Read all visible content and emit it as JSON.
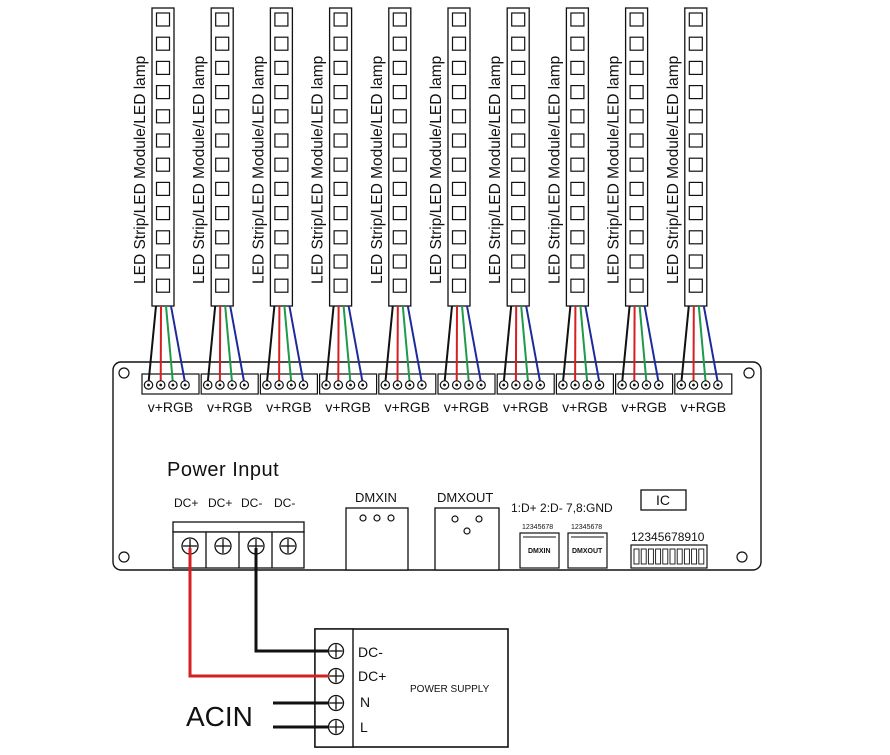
{
  "strips": {
    "label": "LED Strip/LED Module/LED lamp",
    "terminal_label": "v+RGB",
    "count": 10
  },
  "controller": {
    "power_input_title": "Power Input",
    "power_terminals": [
      "DC+",
      "DC+",
      "DC-",
      "DC-"
    ],
    "dmxin_label": "DMXIN",
    "dmxout_label": "DMXOUT",
    "pinout_note": "1:D+ 2:D- 7,8:GND",
    "small_dmxin": {
      "pins": "12345678",
      "label": "DMXIN"
    },
    "small_dmxout": {
      "pins": "12345678",
      "label": "DMXOUT"
    },
    "ic_label": "IC",
    "dip_label": "12345678910"
  },
  "power_supply": {
    "label": "POWER SUPPLY",
    "terminals": [
      "DC-",
      "DC+",
      "N",
      "L"
    ],
    "acin_label": "ACIN"
  },
  "colors": {
    "wire_red": "#d42020",
    "wire_green": "#1e9a4a",
    "wire_blue": "#1e2a9a",
    "wire_black": "#111111"
  }
}
